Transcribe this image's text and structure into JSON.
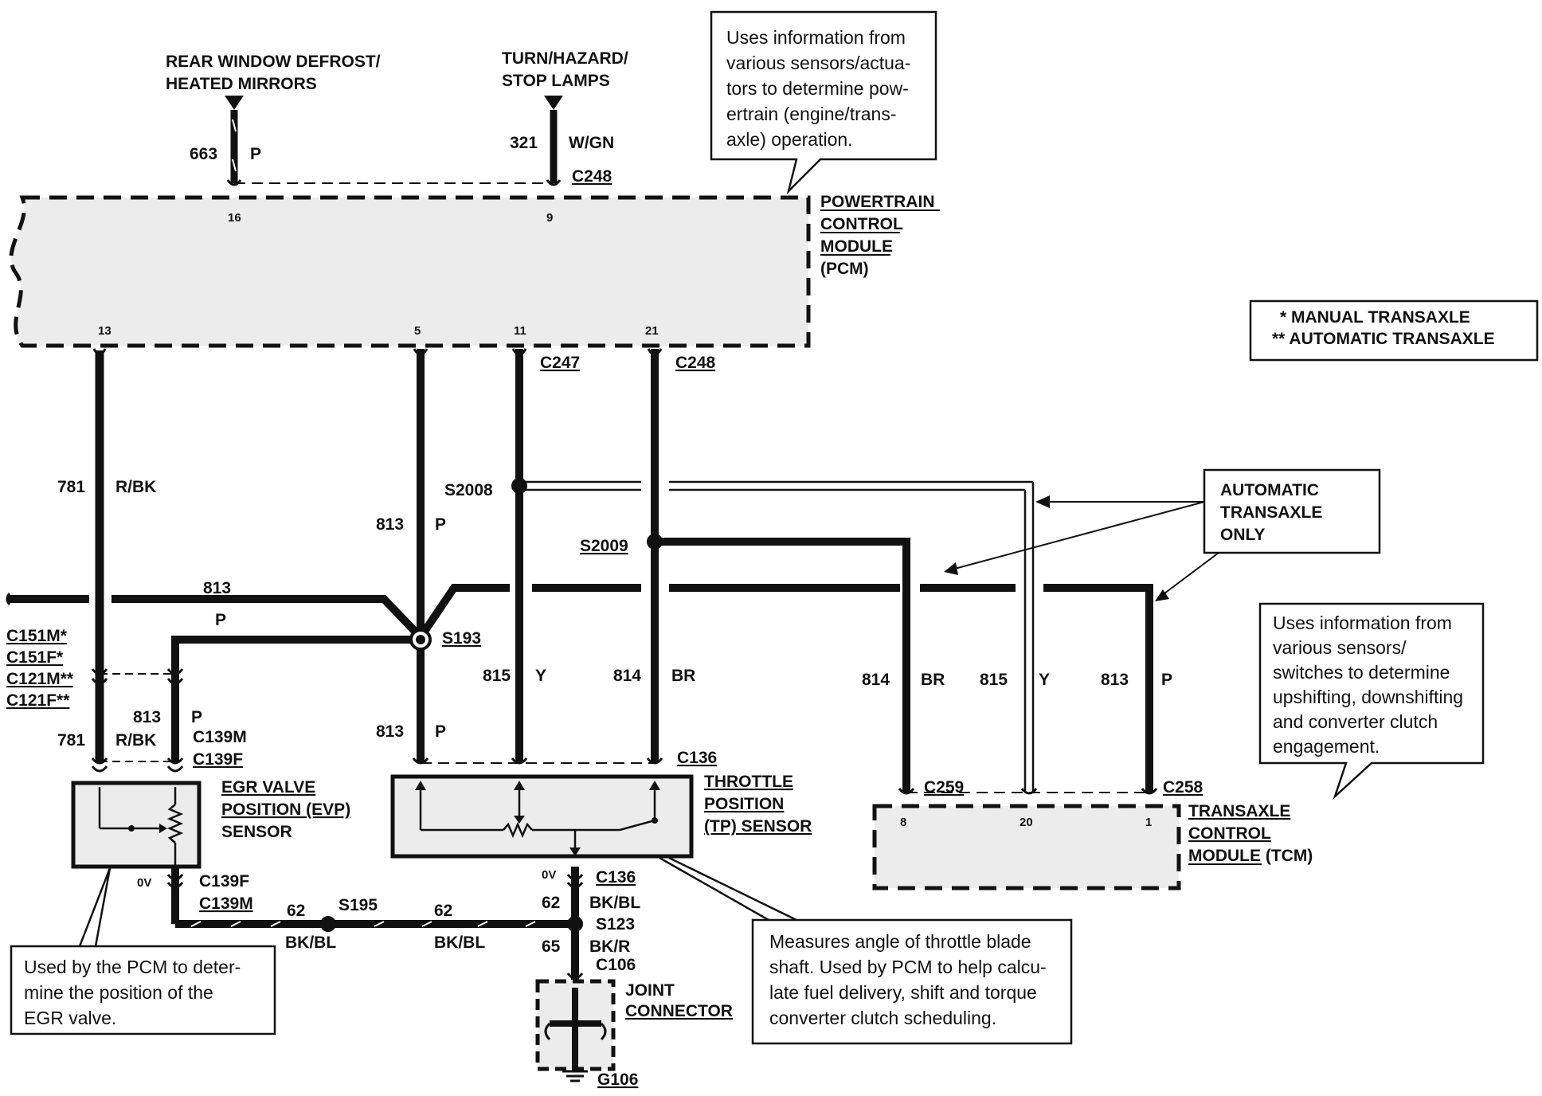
{
  "pcm": {
    "name_lines": [
      "POWERTRAIN",
      "CONTROL",
      "MODULE",
      "(PCM)"
    ],
    "pins": {
      "p16": "16",
      "p9": "9",
      "p13": "13",
      "p5": "5",
      "p11": "11",
      "p21": "21"
    },
    "connectors": {
      "top": "C248",
      "c247": "C247",
      "c248b": "C248"
    },
    "callout": [
      "Uses information from",
      "various sensors/actua-",
      "tors to determine pow-",
      "ertrain (engine/trans-",
      "axle) operation."
    ]
  },
  "inputs": {
    "defrost": {
      "lines": [
        "REAR WINDOW DEFROST/",
        "HEATED MIRRORS"
      ],
      "circuit": "663",
      "color": "P"
    },
    "turn": {
      "lines": [
        "TURN/HAZARD/",
        "STOP LAMPS"
      ],
      "circuit": "321",
      "color": "W/GN"
    }
  },
  "legend": {
    "lines": [
      "*  MANUAL TRANSAXLE",
      "**  AUTOMATIC TRANSAXLE"
    ]
  },
  "auto_only": {
    "lines": [
      "AUTOMATIC",
      "TRANSAXLE",
      "ONLY"
    ]
  },
  "wires": {
    "w781": {
      "circuit": "781",
      "color": "R/BK"
    },
    "w813": {
      "circuit": "813",
      "color": "P"
    },
    "w815": {
      "circuit": "815",
      "color": "Y"
    },
    "w814": {
      "circuit": "814",
      "color": "BR"
    },
    "w62": {
      "circuit": "62",
      "color": "BK/BL"
    },
    "w65": {
      "circuit": "65",
      "color": "BK/R"
    }
  },
  "splices": {
    "s2008": "S2008",
    "s2009": "S2009",
    "s193": "S193",
    "s195": "S195",
    "s123": "S123"
  },
  "connectors": {
    "c151m": "C151M*",
    "c151f": "C151F*",
    "c121m": "C121M**",
    "c121f": "C121F**",
    "c139m": "C139M",
    "c139f": "C139F",
    "c139f2": "C139F",
    "c139m2": "C139M",
    "c136a": "C136",
    "c136b": "C136",
    "c106": "C106",
    "c259": "C259",
    "c258": "C258",
    "g106": "G106"
  },
  "evp": {
    "name_lines": [
      "EGR VALVE",
      "POSITION (EVP)",
      "SENSOR"
    ],
    "callout": [
      "Used by the PCM to deter-",
      "mine the position of the",
      "EGR valve."
    ],
    "voltage": "0V"
  },
  "tp": {
    "name_lines": [
      "THROTTLE",
      "POSITION",
      "(TP) SENSOR"
    ],
    "callout": [
      "Measures angle of throttle blade",
      "shaft. Used by PCM to help calcu-",
      "late fuel delivery, shift and torque",
      "converter clutch scheduling."
    ],
    "voltage": "0V"
  },
  "tcm": {
    "name_lines": [
      "TRANSAXLE",
      "CONTROL",
      "MODULE (TCM)"
    ],
    "pins": {
      "p8": "8",
      "p20": "20",
      "p1": "1"
    },
    "callout": [
      "Uses information from",
      "various sensors/",
      "switches to determine",
      "upshifting, downshifting",
      "and converter clutch",
      "engagement."
    ]
  },
  "joint": {
    "lines": [
      "JOINT",
      "CONNECTOR"
    ]
  }
}
